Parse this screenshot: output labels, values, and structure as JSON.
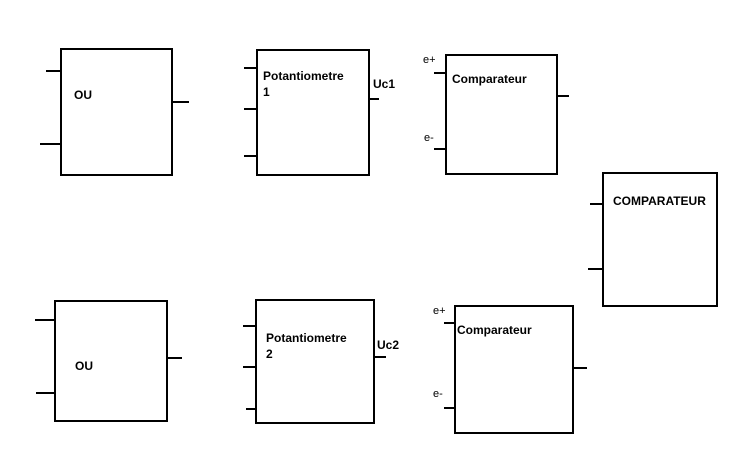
{
  "blocks": {
    "ou_top": {
      "label": "OU"
    },
    "pot1": {
      "label_line1": "Potantiometre",
      "label_line2": "1",
      "output_signal": "Uc1"
    },
    "comp_top": {
      "label": "Comparateur",
      "input_plus": "e+",
      "input_minus": "e-"
    },
    "comparateur_right": {
      "label": "COMPARATEUR"
    },
    "ou_bottom": {
      "label": "OU"
    },
    "pot2": {
      "label_line1": "Potantiometre",
      "label_line2": "2",
      "output_signal": "Uc2"
    },
    "comp_bottom": {
      "label": "Comparateur",
      "input_plus": "e+",
      "input_minus": "e-"
    }
  }
}
